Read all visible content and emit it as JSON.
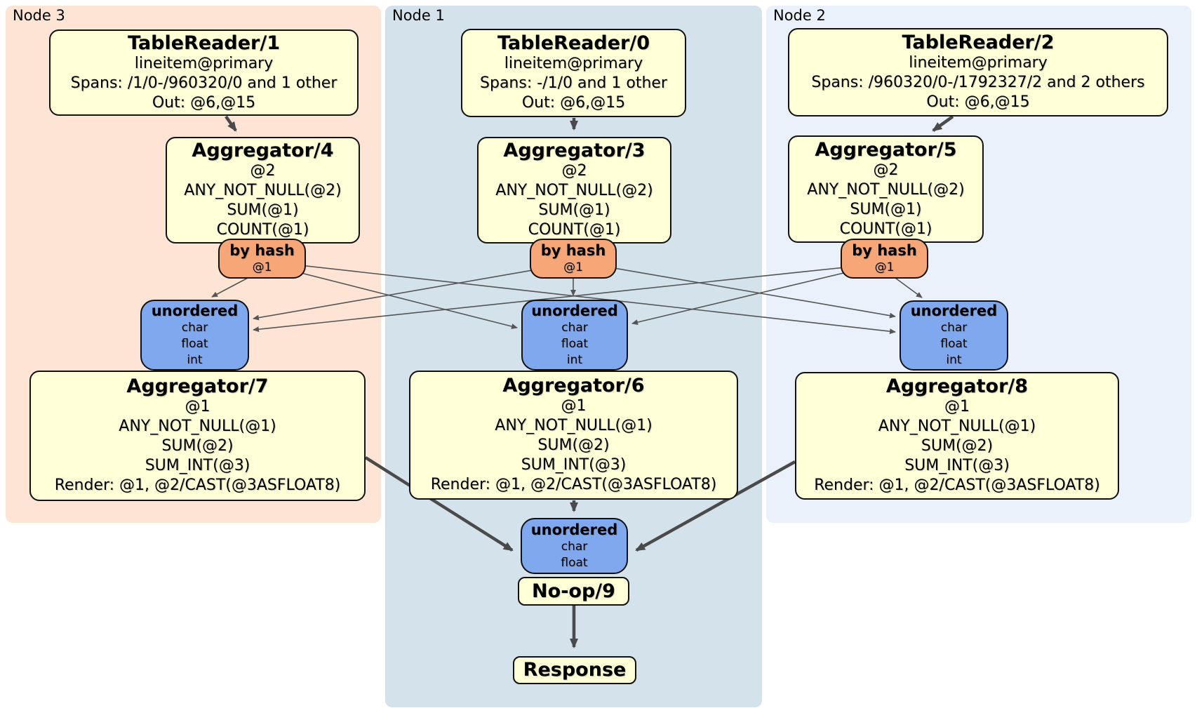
{
  "diagram": {
    "title_kind": "distsql-plan",
    "colors": {
      "node3_panel": "#fde4d5",
      "node1_panel": "#d4e2ec",
      "node2_panel": "#ebf1fa",
      "processor_fill": "#ffffd8",
      "router_fill": "#f7a678",
      "sync_fill": "#7fa8ee",
      "edge_thin": "#555555",
      "edge_thick": "#4a4a4a"
    },
    "panels": [
      {
        "label": "Node 3"
      },
      {
        "label": "Node 1"
      },
      {
        "label": "Node 2"
      }
    ],
    "processors": {
      "table_reader_1": {
        "title": "TableReader/1",
        "lines": [
          "lineitem@primary",
          "Spans: /1/0-/960320/0 and 1 other",
          "Out: @6,@15"
        ]
      },
      "table_reader_0": {
        "title": "TableReader/0",
        "lines": [
          "lineitem@primary",
          "Spans: -/1/0 and 1 other",
          "Out: @6,@15"
        ]
      },
      "table_reader_2": {
        "title": "TableReader/2",
        "lines": [
          "lineitem@primary",
          "Spans: /960320/0-/1792327/2 and 2 others",
          "Out: @6,@15"
        ]
      },
      "aggregator_4": {
        "title": "Aggregator/4",
        "lines": [
          "@2",
          "ANY_NOT_NULL(@2)",
          "SUM(@1)",
          "COUNT(@1)"
        ]
      },
      "aggregator_3": {
        "title": "Aggregator/3",
        "lines": [
          "@2",
          "ANY_NOT_NULL(@2)",
          "SUM(@1)",
          "COUNT(@1)"
        ]
      },
      "aggregator_5": {
        "title": "Aggregator/5",
        "lines": [
          "@2",
          "ANY_NOT_NULL(@2)",
          "SUM(@1)",
          "COUNT(@1)"
        ]
      },
      "aggregator_7": {
        "title": "Aggregator/7",
        "lines": [
          "@1",
          "ANY_NOT_NULL(@1)",
          "SUM(@2)",
          "SUM_INT(@3)",
          "Render: @1, @2/CAST(@3ASFLOAT8)"
        ]
      },
      "aggregator_6": {
        "title": "Aggregator/6",
        "lines": [
          "@1",
          "ANY_NOT_NULL(@1)",
          "SUM(@2)",
          "SUM_INT(@3)",
          "Render: @1, @2/CAST(@3ASFLOAT8)"
        ]
      },
      "aggregator_8": {
        "title": "Aggregator/8",
        "lines": [
          "@1",
          "ANY_NOT_NULL(@1)",
          "SUM(@2)",
          "SUM_INT(@3)",
          "Render: @1, @2/CAST(@3ASFLOAT8)"
        ]
      },
      "no_op": {
        "title": "No-op/9"
      },
      "response": {
        "title": "Response"
      }
    },
    "routers": {
      "by_hash_3": {
        "title": "by hash",
        "lines": [
          "@1"
        ]
      },
      "by_hash_1": {
        "title": "by hash",
        "lines": [
          "@1"
        ]
      },
      "by_hash_2": {
        "title": "by hash",
        "lines": [
          "@1"
        ]
      }
    },
    "synchronizers": {
      "unordered_3": {
        "title": "unordered",
        "lines": [
          "char",
          "float",
          "int"
        ]
      },
      "unordered_1": {
        "title": "unordered",
        "lines": [
          "char",
          "float",
          "int"
        ]
      },
      "unordered_2": {
        "title": "unordered",
        "lines": [
          "char",
          "float",
          "int"
        ]
      },
      "unordered_final": {
        "title": "unordered",
        "lines": [
          "char",
          "float"
        ]
      }
    }
  }
}
